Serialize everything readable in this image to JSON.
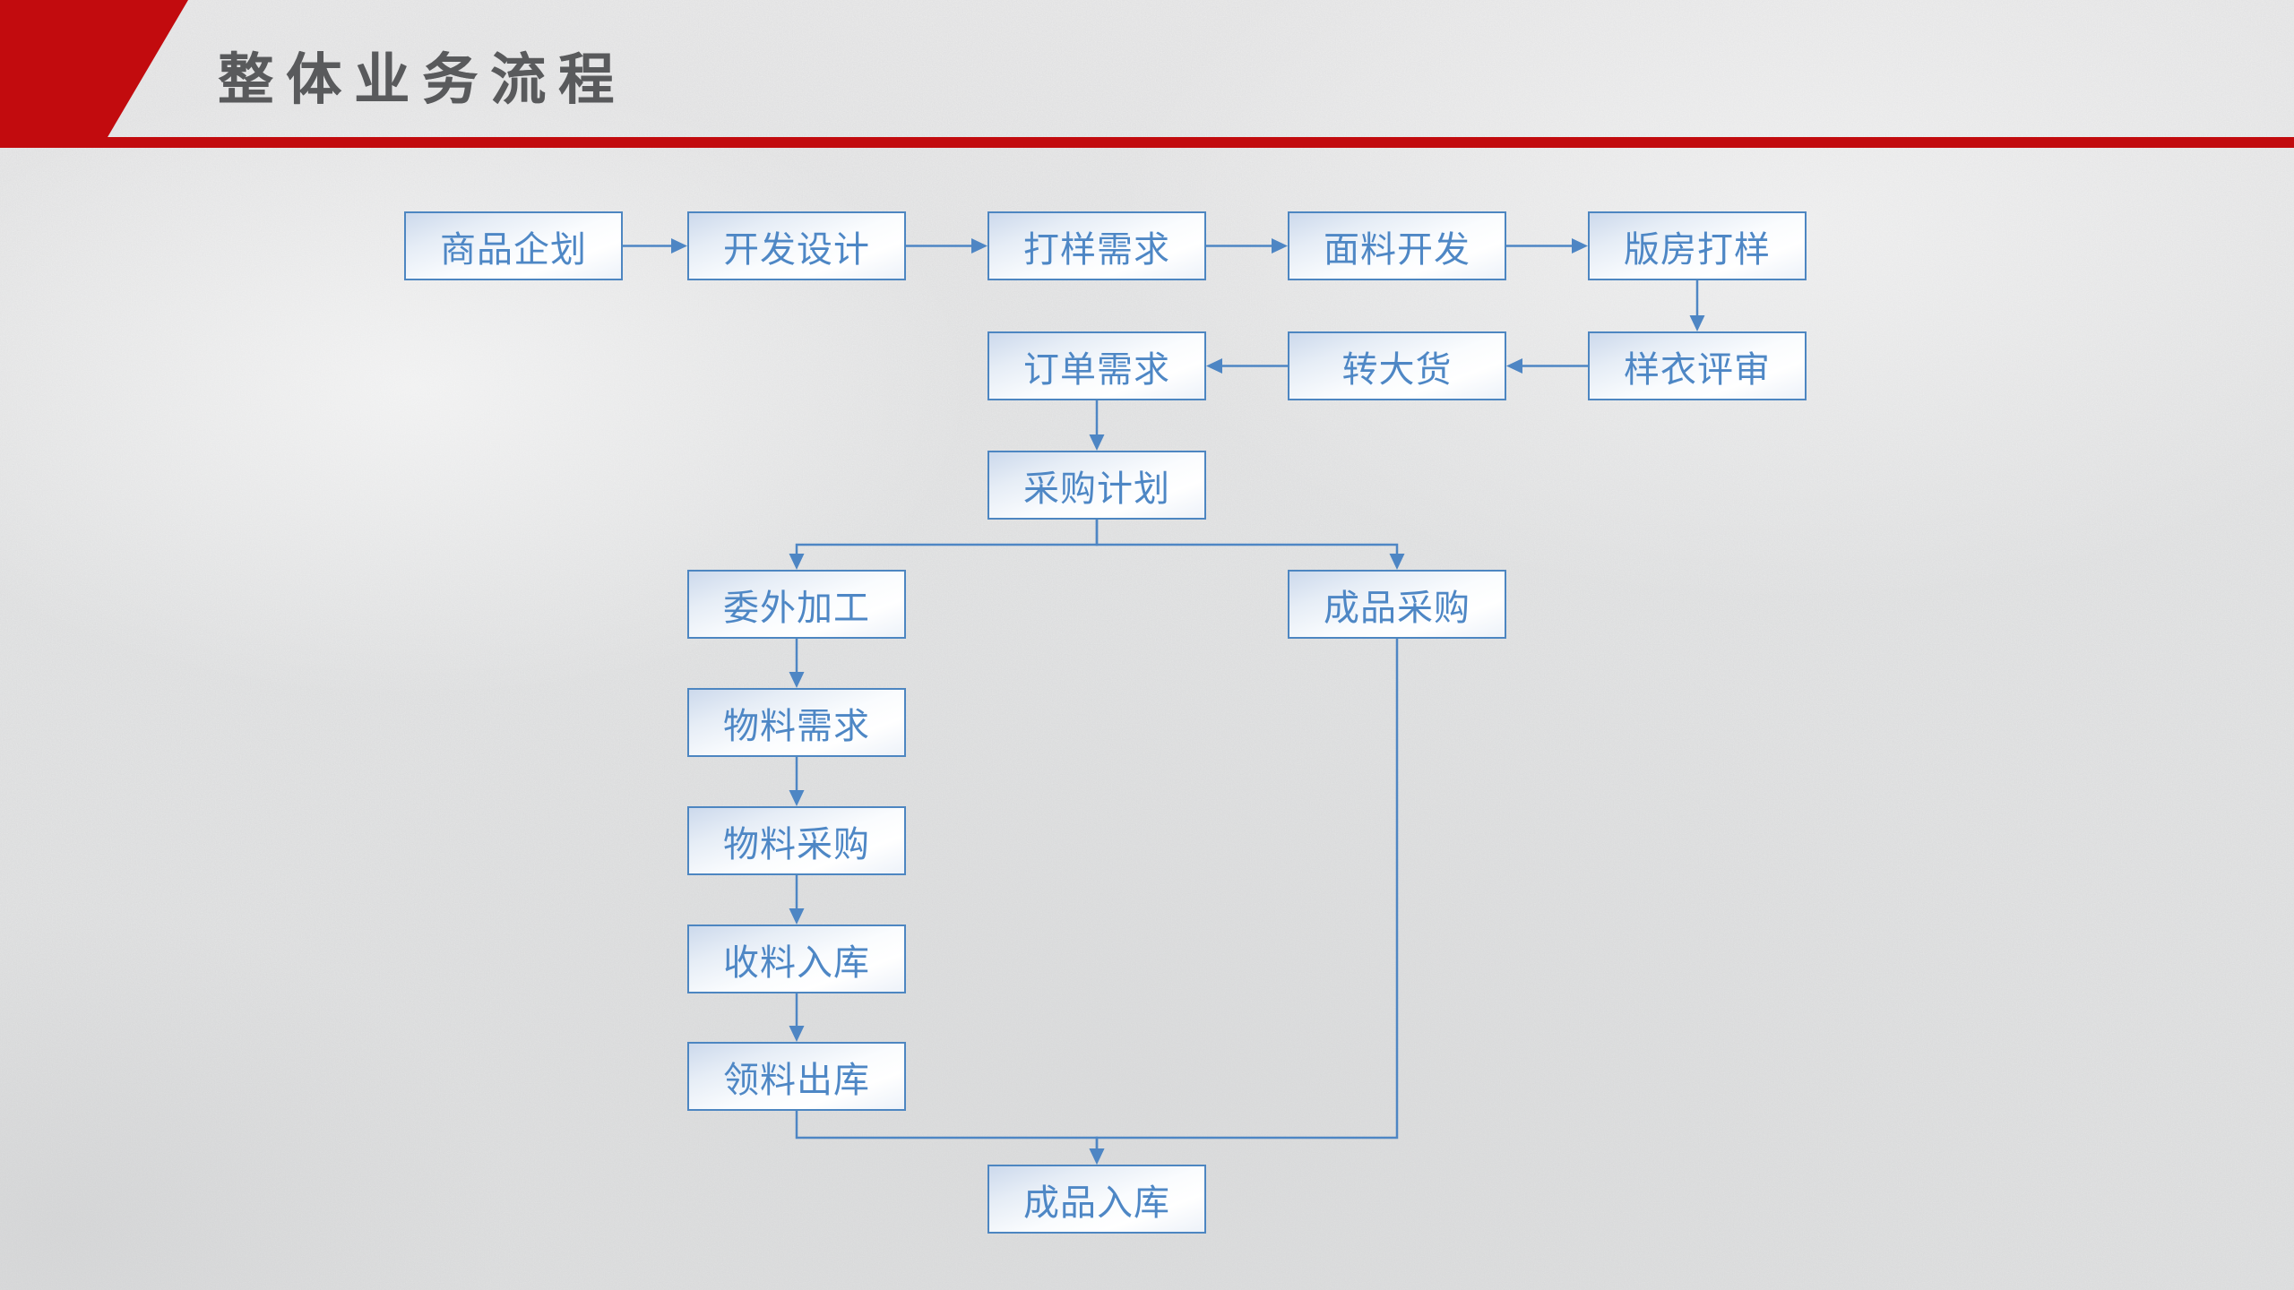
{
  "slide": {
    "title": "整体业务流程"
  },
  "theme": {
    "accent_red": "#c20b0e",
    "title_gray": "#595a5c",
    "line_blue": "#4e86c4",
    "node_border_blue": "#4d86c1",
    "node_text_blue": "#4e87c5",
    "background_gray": "#ebecec"
  },
  "diagram": {
    "nodes": [
      {
        "id": "product-planning",
        "label": "商品企划",
        "col": 0,
        "row": 0
      },
      {
        "id": "develop-design",
        "label": "开发设计",
        "col": 1,
        "row": 0
      },
      {
        "id": "sample-request",
        "label": "打样需求",
        "col": 2,
        "row": 0
      },
      {
        "id": "fabric-development",
        "label": "面料开发",
        "col": 3,
        "row": 0
      },
      {
        "id": "pattern-room-sampling",
        "label": "版房打样",
        "col": 4,
        "row": 0
      },
      {
        "id": "order-demand",
        "label": "订单需求",
        "col": 2,
        "row": 1
      },
      {
        "id": "transfer-to-bulk",
        "label": "转大货",
        "col": 3,
        "row": 1
      },
      {
        "id": "sample-review",
        "label": "样衣评审",
        "col": 4,
        "row": 1
      },
      {
        "id": "purchase-plan",
        "label": "采购计划",
        "col": 2,
        "row": 2
      },
      {
        "id": "outsourced-processing",
        "label": "委外加工",
        "col": 1,
        "row": 3
      },
      {
        "id": "finished-goods-purchase",
        "label": "成品采购",
        "col": 3,
        "row": 3
      },
      {
        "id": "material-demand",
        "label": "物料需求",
        "col": 1,
        "row": 4
      },
      {
        "id": "material-purchase",
        "label": "物料采购",
        "col": 1,
        "row": 5
      },
      {
        "id": "material-receipt-in",
        "label": "收料入库",
        "col": 1,
        "row": 6
      },
      {
        "id": "material-issue-out",
        "label": "领料出库",
        "col": 1,
        "row": 7
      },
      {
        "id": "finished-goods-in",
        "label": "成品入库",
        "col": 2,
        "row": 8
      }
    ],
    "edges": [
      {
        "from": "product-planning",
        "to": "develop-design",
        "dir": "right"
      },
      {
        "from": "develop-design",
        "to": "sample-request",
        "dir": "right"
      },
      {
        "from": "sample-request",
        "to": "fabric-development",
        "dir": "right"
      },
      {
        "from": "fabric-development",
        "to": "pattern-room-sampling",
        "dir": "right"
      },
      {
        "from": "pattern-room-sampling",
        "to": "sample-review",
        "dir": "down"
      },
      {
        "from": "sample-review",
        "to": "transfer-to-bulk",
        "dir": "left"
      },
      {
        "from": "transfer-to-bulk",
        "to": "order-demand",
        "dir": "left"
      },
      {
        "from": "order-demand",
        "to": "purchase-plan",
        "dir": "down"
      },
      {
        "from": "purchase-plan",
        "to": "outsourced-processing",
        "dir": "elbow"
      },
      {
        "from": "purchase-plan",
        "to": "finished-goods-purchase",
        "dir": "elbow"
      },
      {
        "from": "outsourced-processing",
        "to": "material-demand",
        "dir": "down"
      },
      {
        "from": "material-demand",
        "to": "material-purchase",
        "dir": "down"
      },
      {
        "from": "material-purchase",
        "to": "material-receipt-in",
        "dir": "down"
      },
      {
        "from": "material-receipt-in",
        "to": "material-issue-out",
        "dir": "down"
      },
      {
        "from": "material-issue-out",
        "to": "finished-goods-in",
        "dir": "elbow"
      },
      {
        "from": "finished-goods-purchase",
        "to": "finished-goods-in",
        "dir": "elbow"
      }
    ]
  }
}
